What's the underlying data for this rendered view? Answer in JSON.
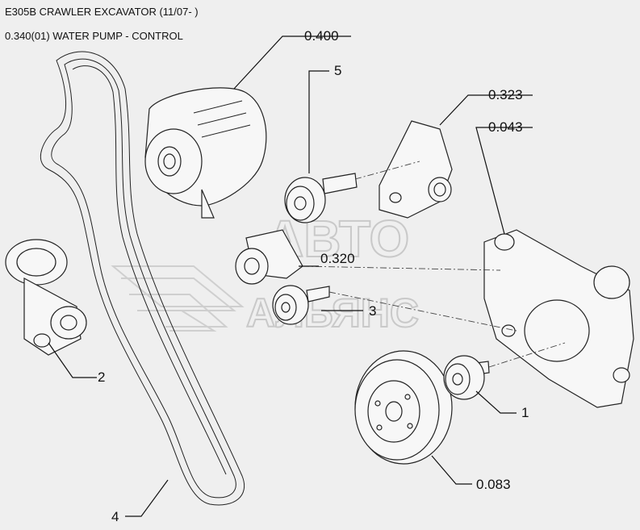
{
  "header": {
    "title": "E305B CRAWLER EXCAVATOR (11/07- )",
    "subtitle": "0.340(01) WATER PUMP - CONTROL"
  },
  "watermark": {
    "line1": "АВТО",
    "line2": "АЛЬЯНС"
  },
  "callouts": {
    "c0400": "0.400",
    "c5": "5",
    "c0323": "0.323",
    "c0043": "0.043",
    "c0320": "0.320",
    "c3": "3",
    "c2": "2",
    "c1": "1",
    "c0083": "0.083",
    "c4": "4"
  },
  "colors": {
    "background": "#efefef",
    "line": "#222222",
    "watermark": "#c9c9c9"
  }
}
